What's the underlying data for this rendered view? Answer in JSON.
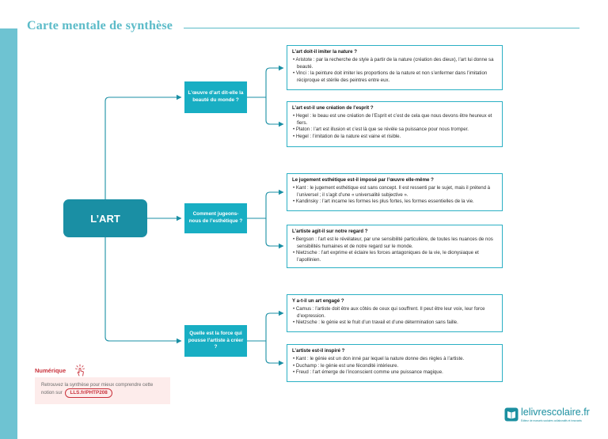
{
  "header": {
    "title": "Carte mentale de synthèse"
  },
  "root": {
    "label": "L’ART"
  },
  "branches": [
    {
      "label": "L’œuvre d’art dit-elle la beauté du monde ?"
    },
    {
      "label": "Comment jugeons-nous de l’esthétique ?"
    },
    {
      "label": "Quelle est la force qui pousse l’artiste à créer ?"
    }
  ],
  "cards": [
    {
      "question": "L’art doit-il imiter la nature ?",
      "lines": [
        "• Aristote : par la recherche de style à partir de la nature (création des dieux), l’art lui donne sa beauté.",
        "• Vinci : la peinture doit imiter les proportions de la nature et non s’enfermer dans l’imitation réciproque et stérile des peintres entre eux."
      ]
    },
    {
      "question": "L’art est-il une création de l’esprit ?",
      "lines": [
        "• Hegel : le beau est une création de l’Esprit et c’est de cela que nous devons être heureux et fiers.",
        "• Platon : l’art est illusion et c’est là que se révèle sa puissance pour nous tromper.",
        "• Hegel : l’imitation de la nature est vaine et risible."
      ]
    },
    {
      "question": "Le jugement esthétique est-il imposé par l’œuvre elle-même ?",
      "lines": [
        "• Kant : le jugement esthétique est sans concept. Il est ressenti par le sujet, mais il prétend à l’universel ; il s’agit d’une « universalité subjective ».",
        "• Kandinsky : l’art incarne les formes les plus fortes, les formes essentielles de la vie."
      ]
    },
    {
      "question": "L’artiste agit-il sur notre regard ?",
      "lines": [
        "• Bergson : l’art est le révélateur, par une sensibilité particulière, de toutes les nuances de nos sensibilités humaines et de notre regard sur le monde.",
        "• Nietzsche : l’art exprime et éclaire les forces antagoniques de la vie, le dionysiaque et l’apollinien."
      ]
    },
    {
      "question": "Y a-t-il un art engagé ?",
      "lines": [
        "• Camus : l’artiste doit être aux côtés de ceux qui souffrent. Il peut être leur voix, leur force d’expression.",
        "• Nietzsche : le génie est le fruit d’un travail et d’une détermination sans faille."
      ]
    },
    {
      "question": "L’artiste est-il inspiré ?",
      "lines": [
        "• Kant : le génie est un don inné par lequel la nature donne des règles à l’artiste.",
        "• Duchamp : le génie est une fécondité intérieure.",
        "• Freud : l’art émerge de l’inconscient comme une puissance magique."
      ]
    }
  ],
  "numerique": {
    "label": "Numérique",
    "text": "Retrouvez la synthèse pour mieux comprendre cette notion sur",
    "link": "LLS.fr/PHTP208"
  },
  "brand": {
    "name": "lelivrescolaire.fr",
    "tagline": "Éditeur de manuels scolaires collaboratifs et innovants"
  },
  "colors": {
    "accent": "#18aec3",
    "root": "#1a8fa4",
    "title": "#5bbbc8",
    "numerique": "#c9313b"
  }
}
